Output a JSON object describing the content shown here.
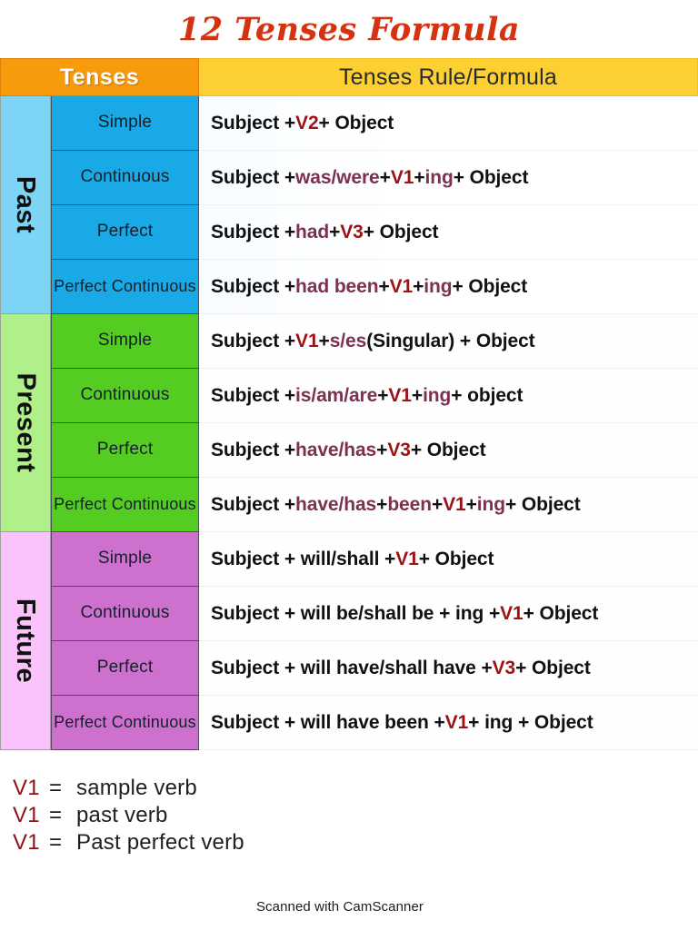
{
  "page": {
    "title": "12 Tenses Formula",
    "title_color": "#d43210"
  },
  "table": {
    "headers": {
      "tenses": "Tenses",
      "rule": "Tenses Rule/Formula"
    },
    "colors": {
      "header_tenses_bg": "#F79B0C",
      "header_rule_bg": "#FCCF33",
      "past_light": "#7DD4F5",
      "past_dark": "#19A9E6",
      "present_light": "#B0F08A",
      "present_dark": "#55CC22",
      "future_light": "#FBC3FB",
      "future_dark": "#CE71CE",
      "verb_code": "#9e1115",
      "auxiliary": "#7d3050"
    },
    "groups": [
      {
        "name": "Past",
        "rows": [
          {
            "aspect": "Simple",
            "formula": "Subject + V2 + Object",
            "parts": [
              {
                "t": "Subject + ",
                "c": "pl"
              },
              {
                "t": "V2",
                "c": "v"
              },
              {
                "t": " + Object",
                "c": "pl"
              }
            ]
          },
          {
            "aspect": "Continuous",
            "formula": "Subject + was/were + V1 + ing + Object",
            "parts": [
              {
                "t": "Subject + ",
                "c": "pl"
              },
              {
                "t": "was/were",
                "c": "aux"
              },
              {
                "t": " + ",
                "c": "pl"
              },
              {
                "t": "V1",
                "c": "v"
              },
              {
                "t": " + ",
                "c": "pl"
              },
              {
                "t": "ing",
                "c": "aux"
              },
              {
                "t": " + Object",
                "c": "pl"
              }
            ]
          },
          {
            "aspect": "Perfect",
            "formula": "Subject + had + V3 + Object",
            "parts": [
              {
                "t": "Subject + ",
                "c": "pl"
              },
              {
                "t": "had",
                "c": "aux"
              },
              {
                "t": " + ",
                "c": "pl"
              },
              {
                "t": "V3",
                "c": "v"
              },
              {
                "t": " + Object",
                "c": "pl"
              }
            ]
          },
          {
            "aspect": "Perfect Continuous",
            "formula": "Subject + had been + V1 + ing + Object",
            "parts": [
              {
                "t": "Subject + ",
                "c": "pl"
              },
              {
                "t": "had been",
                "c": "aux"
              },
              {
                "t": " + ",
                "c": "pl"
              },
              {
                "t": "V1",
                "c": "v"
              },
              {
                "t": " + ",
                "c": "pl"
              },
              {
                "t": "ing",
                "c": "aux"
              },
              {
                "t": " + Object",
                "c": "pl"
              }
            ]
          }
        ]
      },
      {
        "name": "Present",
        "rows": [
          {
            "aspect": "Simple",
            "formula": "Subject + V1 + s/es(Singular) + Object",
            "parts": [
              {
                "t": "Subject + ",
                "c": "pl"
              },
              {
                "t": "V1",
                "c": "v"
              },
              {
                "t": " + ",
                "c": "pl"
              },
              {
                "t": "s/es",
                "c": "aux"
              },
              {
                "t": "(Singular) + Object",
                "c": "pl"
              }
            ]
          },
          {
            "aspect": "Continuous",
            "formula": "Subject + is/am/are + V1 + ing + object",
            "parts": [
              {
                "t": "Subject + ",
                "c": "pl"
              },
              {
                "t": "is/am/are",
                "c": "aux"
              },
              {
                "t": " + ",
                "c": "pl"
              },
              {
                "t": "V1",
                "c": "v"
              },
              {
                "t": " + ",
                "c": "pl"
              },
              {
                "t": "ing",
                "c": "aux"
              },
              {
                "t": " + object",
                "c": "pl"
              }
            ]
          },
          {
            "aspect": "Perfect",
            "formula": "Subject + have/has + V3 + Object",
            "parts": [
              {
                "t": "Subject + ",
                "c": "pl"
              },
              {
                "t": "have/has",
                "c": "aux"
              },
              {
                "t": " + ",
                "c": "pl"
              },
              {
                "t": "V3",
                "c": "v"
              },
              {
                "t": " + Object",
                "c": "pl"
              }
            ]
          },
          {
            "aspect": "Perfect Continuous",
            "formula": "Subject + have/has + been + V1 + ing + Object",
            "parts": [
              {
                "t": "Subject + ",
                "c": "pl"
              },
              {
                "t": "have/has",
                "c": "aux"
              },
              {
                "t": " + ",
                "c": "pl"
              },
              {
                "t": "been",
                "c": "aux"
              },
              {
                "t": " + ",
                "c": "pl"
              },
              {
                "t": "V1",
                "c": "v"
              },
              {
                "t": " + ",
                "c": "pl"
              },
              {
                "t": "ing",
                "c": "aux"
              },
              {
                "t": " + Object",
                "c": "pl"
              }
            ]
          }
        ]
      },
      {
        "name": "Future",
        "rows": [
          {
            "aspect": "Simple",
            "formula": "Subject + will/shall + V1 + Object",
            "parts": [
              {
                "t": "Subject + will/shall + ",
                "c": "pl"
              },
              {
                "t": "V1",
                "c": "v"
              },
              {
                "t": " + Object",
                "c": "pl"
              }
            ]
          },
          {
            "aspect": "Continuous",
            "formula": "Subject + will be/shall be + ing + V1 + Object",
            "parts": [
              {
                "t": "Subject + will be/shall be + ing + ",
                "c": "pl"
              },
              {
                "t": "V1",
                "c": "v"
              },
              {
                "t": " + Object",
                "c": "pl"
              }
            ]
          },
          {
            "aspect": "Perfect",
            "formula": "Subject + will have/shall have + V3 + Object",
            "parts": [
              {
                "t": "Subject + will have/shall have + ",
                "c": "pl"
              },
              {
                "t": "V3",
                "c": "v"
              },
              {
                "t": " + Object",
                "c": "pl"
              }
            ]
          },
          {
            "aspect": "Perfect Continuous",
            "formula": "Subject + will have been + V1 + ing + Object",
            "parts": [
              {
                "t": "Subject + will have been + ",
                "c": "pl"
              },
              {
                "t": "V1",
                "c": "v"
              },
              {
                "t": " + ing + Object",
                "c": "pl"
              }
            ]
          }
        ]
      }
    ]
  },
  "legend": [
    {
      "key": "V1",
      "eq": "=",
      "value": "sample verb"
    },
    {
      "key": "V1",
      "eq": "=",
      "value": "past verb"
    },
    {
      "key": "V1",
      "eq": "=",
      "value": "Past perfect verb"
    }
  ],
  "footer": {
    "text": "Scanned with CamScanner"
  }
}
